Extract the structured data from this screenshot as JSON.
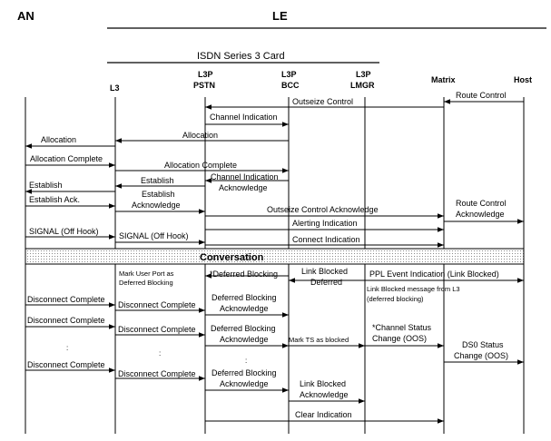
{
  "headers": {
    "an": "AN",
    "le": "LE",
    "card": "ISDN Series 3 Card"
  },
  "columns": {
    "l3": "L3",
    "l3p_pstn_1": "L3P",
    "l3p_pstn_2": "PSTN",
    "l3p_bcc_1": "L3P",
    "l3p_bcc_2": "BCC",
    "l3p_lmgr_1": "L3P",
    "l3p_lmgr_2": "LMGR",
    "matrix": "Matrix",
    "host": "Host"
  },
  "messages": {
    "route_control": "Route Control",
    "outseize_control": "Outseize Control",
    "channel_indication": "Channel Indication",
    "allocation_le": "Allocation",
    "allocation_an": "Allocation",
    "allocation_complete_an": "Allocation Complete",
    "allocation_complete_le": "Allocation Complete",
    "establish_le": "Establish",
    "channel_indication_ack_1": "Channel Indication",
    "channel_indication_ack_2": "Acknowledge",
    "establish_an": "Establish",
    "establish_ack_an": "Establish Ack.",
    "establish_ack_le_1": "Establish",
    "establish_ack_le_2": "Acknowledge",
    "outseize_control_ack": "Outseize Control Acknowledge",
    "route_control_ack_1": "Route Control",
    "route_control_ack_2": "Acknowledge",
    "alerting_indication": "Alerting Indication",
    "signal_an": "SIGNAL (Off Hook)",
    "signal_le": "SIGNAL (Off Hook)",
    "connect_indication": "Connect Indication",
    "conversation": "Conversation",
    "mark_user_port_1": "Mark User Port as",
    "mark_user_port_2": "Deferred Blocking",
    "deferred_blocking": "*Deferred Blocking",
    "link_blocked_deferred_1": "Link Blocked",
    "link_blocked_deferred_2": "Deferred",
    "ppl_event": "PPL Event Indication (Link Blocked)",
    "link_blocked_msg_1": "Link Blocked message from L3",
    "link_blocked_msg_2": "(deferred blocking)",
    "disconnect_complete_an_1": "Disconnect Complete",
    "disconnect_complete_le_1": "Disconnect Complete",
    "deferred_blocking_ack_1a": "Deferred Blocking",
    "deferred_blocking_ack_1b": "Acknowledge",
    "disconnect_complete_an_2": "Disconnect Complete",
    "disconnect_complete_le_2": "Disconnect Complete",
    "deferred_blocking_ack_2a": "Deferred Blocking",
    "deferred_blocking_ack_2b": "Acknowledge",
    "mark_ts_blocked": "Mark TS as blocked",
    "channel_status_1": "*Channel Status",
    "channel_status_2": "Change (OOS)",
    "ds0_status_1": "DS0 Status",
    "ds0_status_2": "Change (OOS)",
    "ellipsis_an": ":",
    "ellipsis_le": ":",
    "ellipsis_pstn": ":",
    "disconnect_complete_an_3": "Disconnect Complete",
    "disconnect_complete_le_3": "Disconnect Complete",
    "deferred_blocking_ack_3a": "Deferred Blocking",
    "deferred_blocking_ack_3b": "Acknowledge",
    "link_blocked_ack_1": "Link Blocked",
    "link_blocked_ack_2": "Acknowledge",
    "clear_indication": "Clear Indication"
  }
}
